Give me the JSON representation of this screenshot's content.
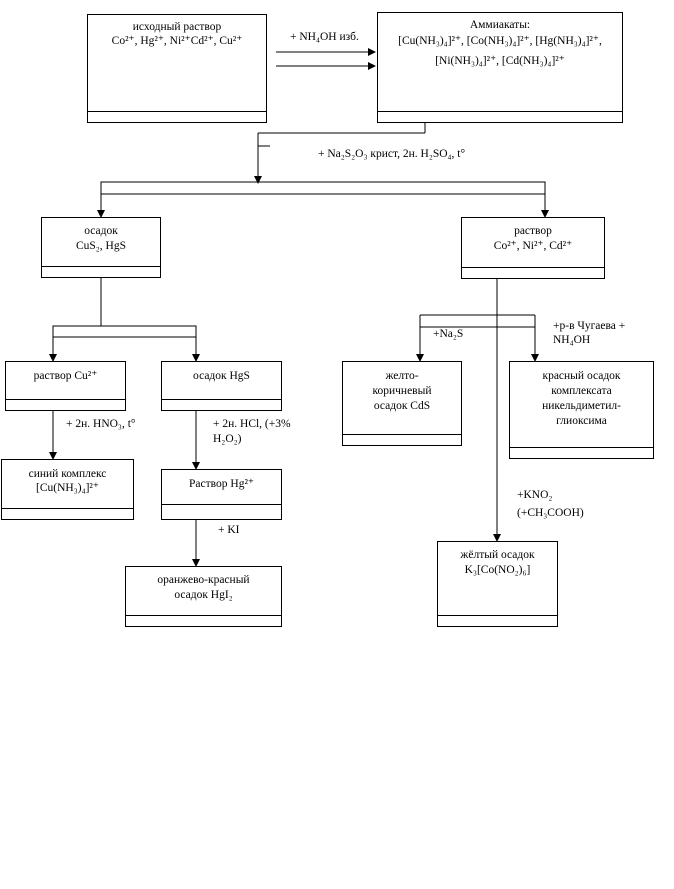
{
  "boxes": {
    "source": {
      "l1": "исходный раствор",
      "l2": "Co²⁺, Hg²⁺, Ni²⁺Cd²⁺, Cu²⁺"
    },
    "ammines": {
      "l1": "Аммиакаты:",
      "l2": "[Cu(NH₃)₄]²⁺, [Co(NH₃)₄]²⁺, [Hg(NH₃)₄]²⁺,",
      "l3": "[Ni(NH₃)₄]²⁺, [Cd(NH₃)₄]²⁺"
    },
    "precipitate": {
      "l1": "осадок",
      "l2": "CuS₂, HgS"
    },
    "solution": {
      "l1": "раствор",
      "l2": "Co²⁺, Ni²⁺, Cd²⁺"
    },
    "cu_solution": {
      "l1": "раствор Cu²⁺"
    },
    "hgs_precipitate": {
      "l1": "осадок HgS"
    },
    "cds_precipitate": {
      "l1": "желто-",
      "l2": "коричневый",
      "l3": "осадок CdS"
    },
    "ni_complex": {
      "l1": "красный осадок",
      "l2": "комплексата",
      "l3": "никельдиметил-",
      "l4": "глиоксима"
    },
    "blue_complex": {
      "l1": "синий комплекс",
      "l2": "[Cu(NH₃)₄]²⁺"
    },
    "hg_solution": {
      "l1": "Раствор Hg²⁺"
    },
    "hgi2": {
      "l1": "оранжево-красный",
      "l2": "осадок HgI₂"
    },
    "cobalt_yellow": {
      "l1": "жёлтый осадок",
      "l2": "K₃[Co(NO₂)₆]"
    }
  },
  "reagents": {
    "nh4oh": "+ NH₄OH изб.",
    "thiosulfate": "+ Na₂S₂O₃ крист, 2н. H₂SO₄, t°",
    "hno3": "+ 2н. HNO₃, t°",
    "hcl": "+ 2н. HCl, (+3%",
    "h2o2": "H₂O₂)",
    "ki": "+ KI",
    "na2s": "+Na₂S",
    "chugaev": "+р-в Чугаева +",
    "chugaev_nh4oh": "NH₄OH",
    "kno2": "+KNO₂",
    "ch3cooh": "(+CH₃COOH)"
  }
}
